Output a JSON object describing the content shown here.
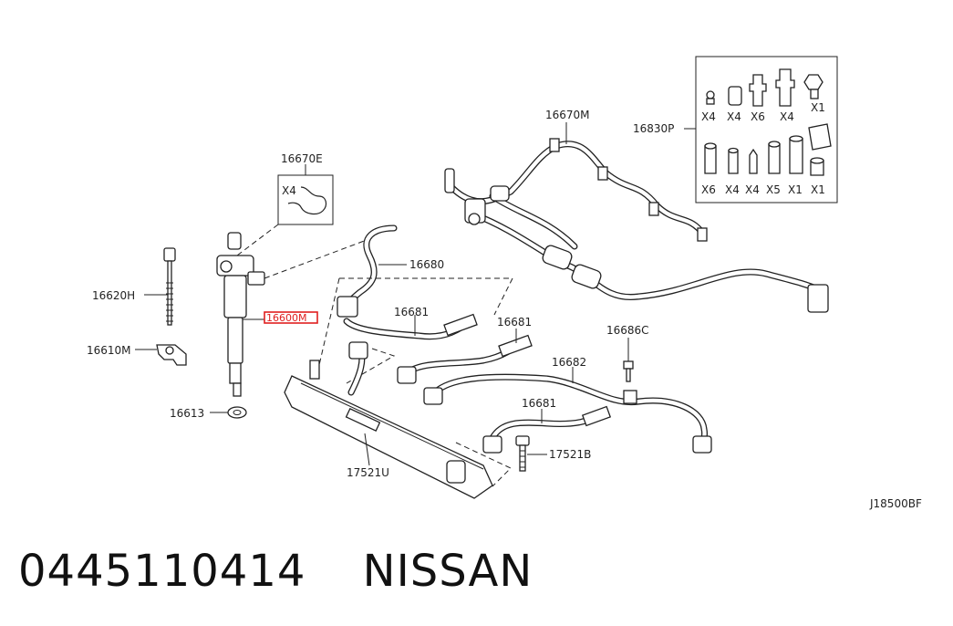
{
  "labels": {
    "p16670E": "16670E",
    "p16670M": "16670M",
    "p16830P": "16830P",
    "p16620H": "16620H",
    "p16610M": "16610M",
    "p16613": "16613",
    "p16600M": "16600M",
    "p16680": "16680",
    "p16681a": "16681",
    "p16681b": "16681",
    "p16681c": "16681",
    "p16682": "16682",
    "p16686C": "16686C",
    "p17521B": "17521B",
    "p17521U": "17521U",
    "clip_qty": "X4",
    "ref_code": "J18500BF"
  },
  "kit_quantities": {
    "row1": [
      "X4",
      "X4",
      "X6",
      "X4",
      "X1"
    ],
    "row2": [
      "X6",
      "X4",
      "X4",
      "X5",
      "X1",
      "X1"
    ]
  },
  "footer": {
    "part_number": "0445110414",
    "brand": "NISSAN"
  },
  "colors": {
    "line": "#222222",
    "highlight": "#e02020",
    "background": "#ffffff"
  }
}
